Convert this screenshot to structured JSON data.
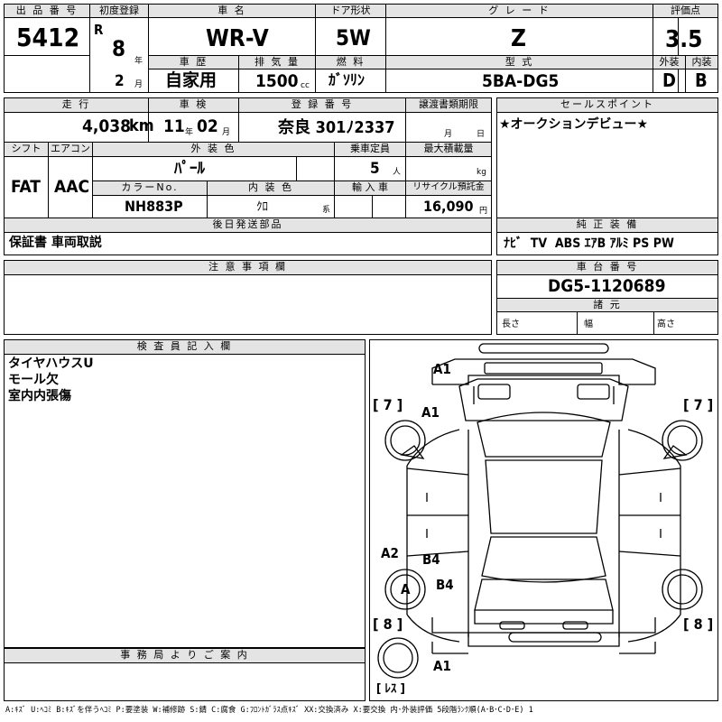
{
  "lot": {
    "label": "出 品 番 号",
    "value": "5412"
  },
  "first_reg": {
    "label": "初度登録",
    "era": "R",
    "year": "8",
    "year_unit": "年",
    "month": "2",
    "month_unit": "月"
  },
  "car_name": {
    "label": "車 名",
    "value": "WR-V"
  },
  "doors": {
    "label": "ドア形状",
    "value": "5W"
  },
  "grade": {
    "label": "グ レ ー ド",
    "value": "Z"
  },
  "score": {
    "label": "評価点",
    "value": "3.5",
    "ext_label": "外装",
    "int_label": "内装",
    "ext": "D",
    "int": "B"
  },
  "history": {
    "label": "車 歴",
    "value": "自家用"
  },
  "displacement": {
    "label": "排 気 量",
    "value": "1500",
    "unit": "cc"
  },
  "fuel": {
    "label": "燃 料",
    "value": "ｶﾞｿﾘﾝ"
  },
  "model_code": {
    "label": "型 式",
    "value": "5BA-DG5"
  },
  "mileage": {
    "label": "走 行",
    "value": "4,038",
    "unit": "km"
  },
  "inspection": {
    "label": "車 検",
    "year": "11",
    "year_unit": "年",
    "month": "02",
    "month_unit": "月"
  },
  "registration": {
    "label": "登 録 番 号",
    "value": "奈良 301ﾉ2337"
  },
  "transfer": {
    "label": "譲渡書類期限",
    "month_unit": "月",
    "day_unit": "日"
  },
  "sale_points": {
    "label": "セールスポイント",
    "value": "★オークションデビュー★"
  },
  "shift": {
    "label": "シフト",
    "value": "FAT"
  },
  "aircon": {
    "label": "エアコン",
    "value": "AAC"
  },
  "ext_color": {
    "label": "外 装 色",
    "value": "ﾊﾟｰﾙ"
  },
  "capacity": {
    "label": "乗車定員",
    "value": "5",
    "unit": "人"
  },
  "max_load": {
    "label": "最大積載量",
    "unit": "kg"
  },
  "color_no": {
    "label": "カラーNo.",
    "value": "NH883P"
  },
  "int_color": {
    "label": "内 装 色",
    "value": "ｸﾛ",
    "suffix": "系"
  },
  "import": {
    "label": "輸 入 車"
  },
  "recycle": {
    "label": "リサイクル預託金",
    "value": "16,090",
    "unit": "円"
  },
  "later_parts": {
    "label": "後日発送部品",
    "value": "保証書 車両取説"
  },
  "equipment": {
    "label": "純 正 装 備",
    "value": "ﾅﾋﾞ  TV  ABS ｴｱB ｱﾙﾐ PS PW"
  },
  "notes": {
    "label": "注 意 事 項 欄"
  },
  "chassis": {
    "label": "車 台 番 号",
    "value": "DG5-1120689"
  },
  "dimensions": {
    "label": "諸 元",
    "length": "長さ",
    "width": "幅",
    "height": "高さ"
  },
  "inspector": {
    "label": "検 査 員 記 入 欄",
    "lines": [
      "タイヤハウスU",
      "モール欠",
      "室内内張傷"
    ]
  },
  "office": {
    "label": "事 務 局 よ り ご 案 内"
  },
  "diagram": {
    "marks": [
      {
        "id": "a1-top",
        "text": "A1"
      },
      {
        "id": "a1-left",
        "text": "A1"
      },
      {
        "id": "a2",
        "text": "A2"
      },
      {
        "id": "b4-a",
        "text": "B4"
      },
      {
        "id": "b4-b",
        "text": "B4"
      },
      {
        "id": "a-tire",
        "text": "A"
      },
      {
        "id": "a1-bottom",
        "text": "A1"
      }
    ],
    "tire_fl": "[ 7 ]",
    "tire_fr": "[ 7 ]",
    "tire_rl": "[ 8 ]",
    "tire_rr": "[ 8 ]",
    "spare": "[ ﾚｽ ]"
  },
  "legend": "A:ｷｽﾞ U:ﾍｺﾐ B:ｷｽﾞを伴うﾍｺﾐ P:要塗装 W:補修跡 S:錆 C:腐食 G:ﾌﾛﾝﾄｶﾞﾗｽ点ｷｽﾞ XX:交換済み X:要交換  内･外装評価 5段階ﾗﾝｸ順(A･B･C･D･E) 1"
}
